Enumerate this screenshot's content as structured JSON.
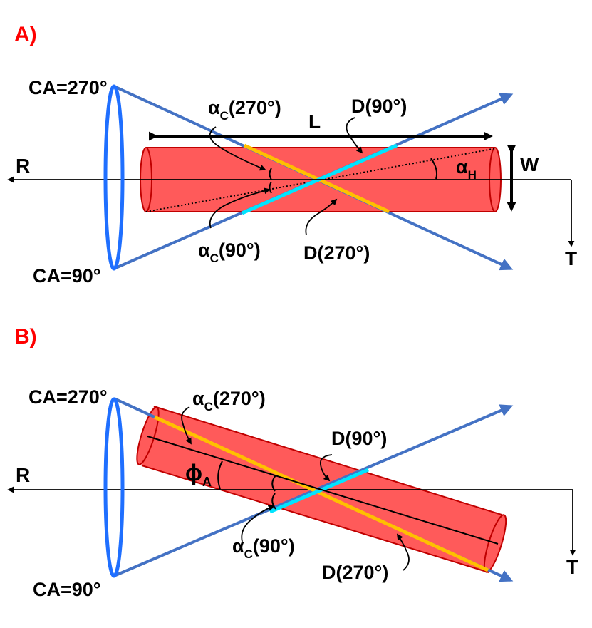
{
  "colors": {
    "panel_label": "#ff0000",
    "cylinder_fill": "#ff5a5a",
    "cylinder_edge": "#c00000",
    "beam_blue": "#4472c4",
    "ring_blue": "#1f6fff",
    "yellow_segment": "#ffc000",
    "cyan_segment": "#00e5ff",
    "axis_black": "#000000"
  },
  "panel_a": {
    "label": "A)",
    "ca_top": "CA=270°",
    "ca_bottom": "CA=90°",
    "alpha_c_270": {
      "symbol": "α",
      "sub": "C",
      "arg": "(270°)"
    },
    "alpha_c_90": {
      "symbol": "α",
      "sub": "C",
      "arg": "(90°)"
    },
    "alpha_h": {
      "symbol": "α",
      "sub": "H"
    },
    "d_90": "D(90°)",
    "d_270": "D(270°)",
    "length": "L",
    "width": "W",
    "axis_r": "R",
    "axis_t": "T"
  },
  "panel_b": {
    "label": "B)",
    "ca_top": "CA=270°",
    "ca_bottom": "CA=90°",
    "alpha_c_270": {
      "symbol": "α",
      "sub": "C",
      "arg": "(270°)"
    },
    "alpha_c_90": {
      "symbol": "α",
      "sub": "C",
      "arg": "(90°)"
    },
    "phi_a": {
      "symbol": "ϕ",
      "sub": "A"
    },
    "d_90": "D(90°)",
    "d_270": "D(270°)",
    "axis_r": "R",
    "axis_t": "T"
  }
}
